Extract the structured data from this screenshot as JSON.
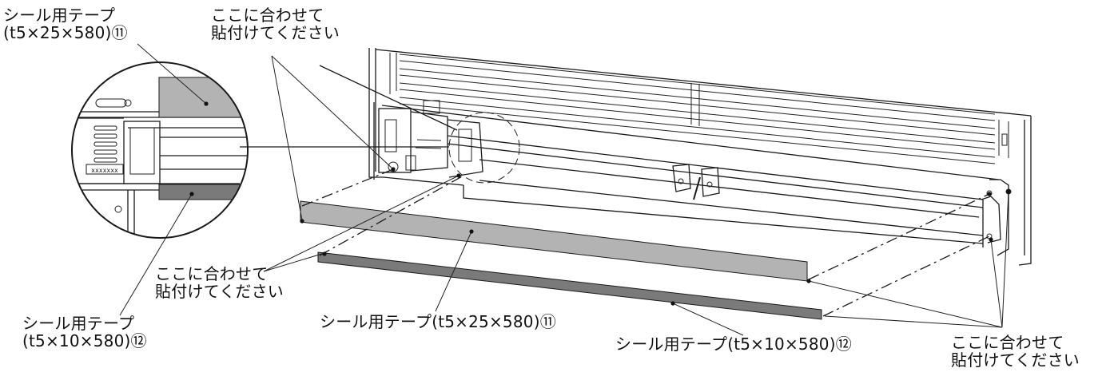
{
  "labels": {
    "tl_tape_line1": "シール用テープ",
    "tl_tape_line2": "(t5×25×580)⑪",
    "top_attach_line1": "ここに合わせて",
    "top_attach_line2": "貼付けてください",
    "mid_attach_line1": "ここに合わせて",
    "mid_attach_line2": "貼付けてください",
    "bl_tape_line1": "シール用テープ",
    "bl_tape_line2": "(t5×10×580)⑫",
    "center_tape25": "シール用テープ(t5×25×580)⑪",
    "bottom_tape10": "シール用テープ(t5×10×580)⑫",
    "br_attach_line1": "ここに合わせて",
    "br_attach_line2": "貼付けてください"
  },
  "detail_part_label": "xxxxxxx",
  "colors": {
    "tape_25": "#b3b3b3",
    "tape_10": "#7a7a7a",
    "line": "#1a1a1a"
  }
}
